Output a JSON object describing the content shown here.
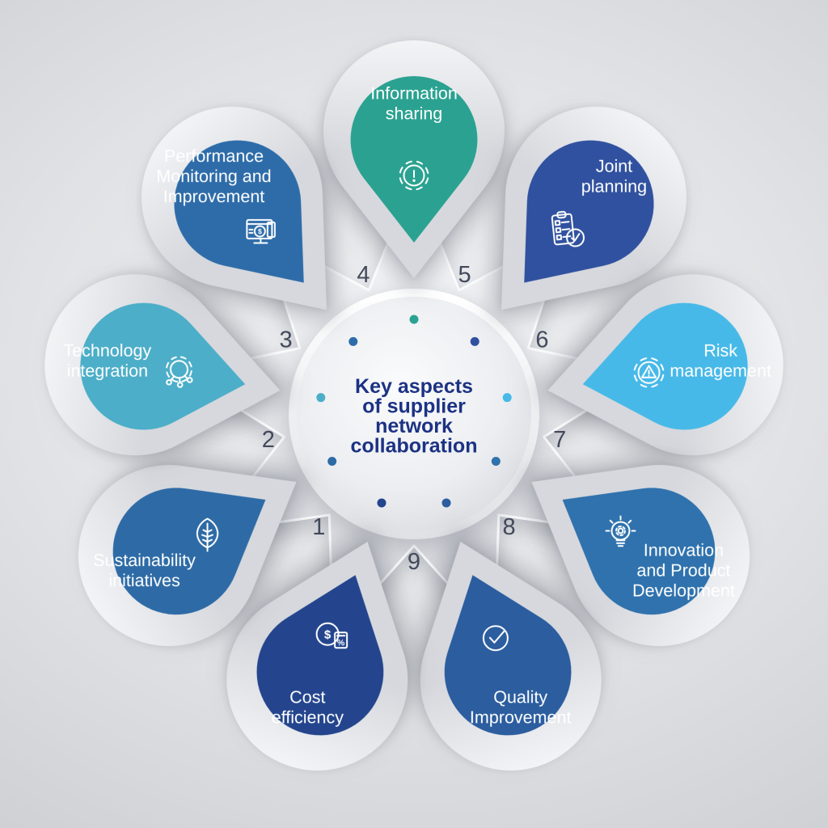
{
  "title": {
    "text": "Key aspects of supplier network collaboration",
    "lines": [
      "Key aspects",
      "of supplier",
      "network",
      "collaboration"
    ],
    "color": "#1C3283"
  },
  "numbers": {
    "color": "#424A5B",
    "items": [
      {
        "value": "1",
        "angle": 220
      },
      {
        "value": "2",
        "angle": 260
      },
      {
        "value": "3",
        "angle": 300
      },
      {
        "value": "4",
        "angle": 340
      },
      {
        "value": "5",
        "angle": 20
      },
      {
        "value": "6",
        "angle": 60
      },
      {
        "value": "7",
        "angle": 100
      },
      {
        "value": "8",
        "angle": 140
      },
      {
        "value": "9",
        "angle": 180
      }
    ]
  },
  "petals": [
    {
      "id": "information-sharing",
      "label": "Information sharing",
      "lines": [
        "Information",
        "sharing"
      ],
      "color": "#2BA291",
      "angle": 0,
      "icon": "gear-alert-icon"
    },
    {
      "id": "joint-planning",
      "label": "Joint planning",
      "lines": [
        "Joint",
        "planning"
      ],
      "color": "#30519F",
      "angle": 40,
      "icon": "clipboard-check-icon"
    },
    {
      "id": "risk-management",
      "label": "Risk management",
      "lines": [
        "Risk",
        "management"
      ],
      "color": "#47B9E8",
      "angle": 80,
      "icon": "gear-warning-icon"
    },
    {
      "id": "innovation-and-product-development",
      "label": "Innovation and Product Development",
      "lines": [
        "Innovation",
        "and Product",
        "Development"
      ],
      "color": "#2F72AD",
      "angle": 120,
      "icon": "bulb-gear-icon"
    },
    {
      "id": "quality-improvement",
      "label": "Quality Improvement",
      "lines": [
        "Quality",
        "Improvement"
      ],
      "color": "#2B5D9F",
      "angle": 160,
      "icon": "check-circle-icon"
    },
    {
      "id": "cost-efficiency",
      "label": "Cost efficiency",
      "lines": [
        "Cost",
        "efficiency"
      ],
      "color": "#24458D",
      "angle": 200,
      "icon": "dollar-calculator-icon"
    },
    {
      "id": "sustainability-initiatives",
      "label": "Sustainability initiatives",
      "lines": [
        "Sustainability",
        "initiatives"
      ],
      "color": "#2E6BA6",
      "angle": 240,
      "icon": "leaf-icon"
    },
    {
      "id": "technology-integration",
      "label": "Technology integration",
      "lines": [
        "Technology",
        "integration"
      ],
      "color": "#4CAEC8",
      "angle": 280,
      "icon": "gear-network-icon"
    },
    {
      "id": "performance-monitoring-and-improvement",
      "label": "Performance Monitoring and Improvement",
      "lines": [
        "Performance",
        "Monitoring and",
        "Improvement"
      ],
      "color": "#2E6CA9",
      "angle": 320,
      "icon": "monitor-finance-icon"
    }
  ],
  "icon_glyphs": {
    "dollar": "$",
    "percent": "%"
  },
  "colors": {
    "background_center": "#EFF0F2",
    "background_edge": "#BDBFC4",
    "star_top": "#F7F8FA",
    "star_bottom": "#D3D5DA",
    "circle_rim": "#FBFCFD",
    "circle_face_light": "#FAFBFC",
    "circle_face_dark": "#D2D4DA",
    "petal_border_light": "#FFFFFF",
    "petal_border_dark": "#D6D8DD",
    "label_text": "#FFFFFF"
  }
}
